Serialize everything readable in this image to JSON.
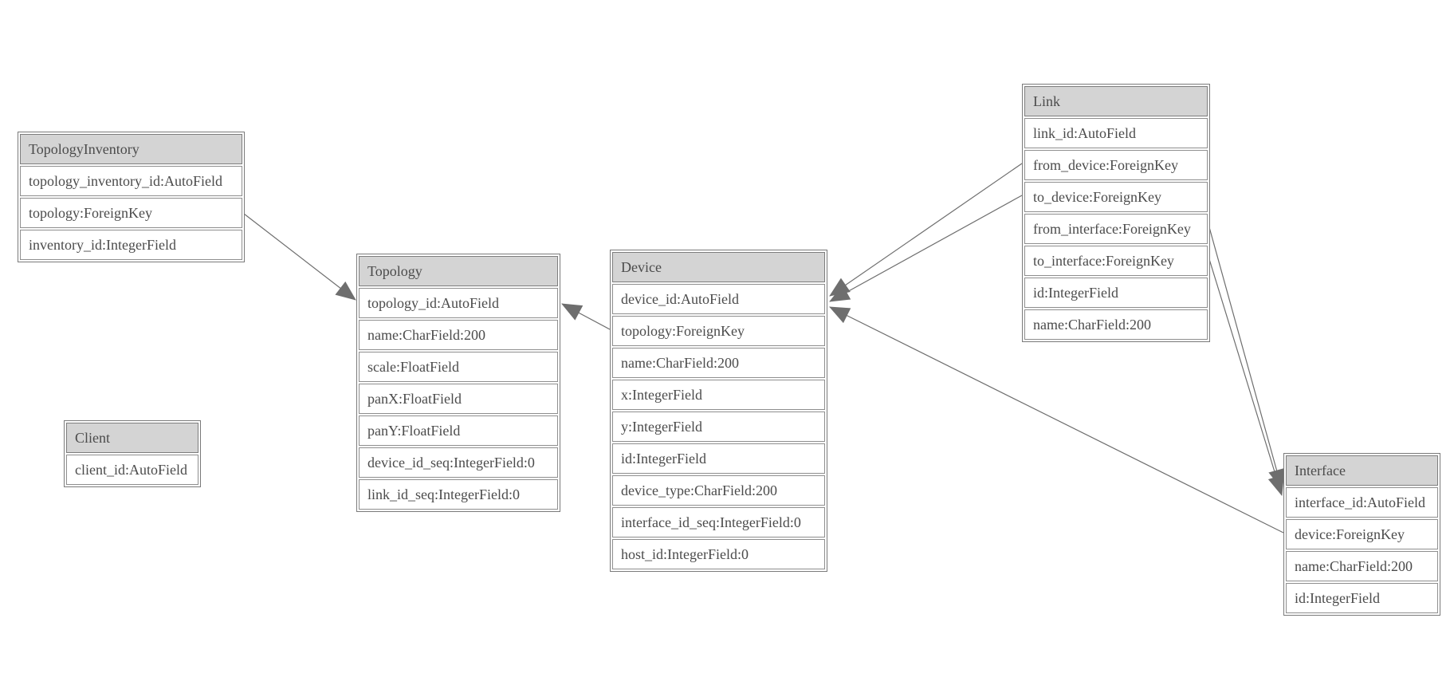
{
  "diagram": {
    "type": "entity-relationship-model-diagram",
    "background_color": "#ffffff",
    "header_fill_color": "#d4d4d4",
    "border_color": "#7a7a7a",
    "text_color": "#4b4b4b",
    "edge_color": "#6e6e6e"
  },
  "tables": [
    {
      "name": "TopologyInventory",
      "fields": [
        "topology_inventory_id:AutoField",
        "topology:ForeignKey",
        "inventory_id:IntegerField"
      ]
    },
    {
      "name": "Topology",
      "fields": [
        "topology_id:AutoField",
        "name:CharField:200",
        "scale:FloatField",
        "panX:FloatField",
        "panY:FloatField",
        "device_id_seq:IntegerField:0",
        "link_id_seq:IntegerField:0"
      ]
    },
    {
      "name": "Client",
      "fields": [
        "client_id:AutoField"
      ]
    },
    {
      "name": "Device",
      "fields": [
        "device_id:AutoField",
        "topology:ForeignKey",
        "name:CharField:200",
        "x:IntegerField",
        "y:IntegerField",
        "id:IntegerField",
        "device_type:CharField:200",
        "interface_id_seq:IntegerField:0",
        "host_id:IntegerField:0"
      ]
    },
    {
      "name": "Link",
      "fields": [
        "link_id:AutoField",
        "from_device:ForeignKey",
        "to_device:ForeignKey",
        "from_interface:ForeignKey",
        "to_interface:ForeignKey",
        "id:IntegerField",
        "name:CharField:200"
      ]
    },
    {
      "name": "Interface",
      "fields": [
        "interface_id:AutoField",
        "device:ForeignKey",
        "name:CharField:200",
        "id:IntegerField"
      ]
    }
  ],
  "relations": [
    {
      "from": "TopologyInventory.topology",
      "to": "Topology.topology_id"
    },
    {
      "from": "Device.topology",
      "to": "Topology.topology_id"
    },
    {
      "from": "Link.from_device",
      "to": "Device.device_id"
    },
    {
      "from": "Link.to_device",
      "to": "Device.device_id"
    },
    {
      "from": "Link.from_interface",
      "to": "Interface.interface_id"
    },
    {
      "from": "Link.to_interface",
      "to": "Interface.interface_id"
    },
    {
      "from": "Interface.device",
      "to": "Device.device_id"
    }
  ]
}
